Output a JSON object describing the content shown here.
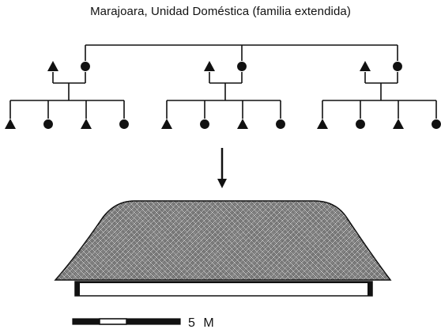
{
  "title": "Marajoara, Unidad Doméstica (familia extendida)",
  "scale_label": "5 M",
  "colors": {
    "ink": "#111111",
    "background": "#ffffff"
  },
  "symbols": {
    "male": "triangle",
    "female": "circle"
  },
  "families": [
    {
      "parents": [
        "male",
        "female"
      ],
      "children": [
        "male",
        "female",
        "male",
        "female"
      ]
    },
    {
      "parents": [
        "male",
        "female"
      ],
      "children": [
        "male",
        "female",
        "male",
        "female"
      ]
    },
    {
      "parents": [
        "male",
        "female"
      ],
      "children": [
        "male",
        "female",
        "male",
        "female"
      ]
    }
  ]
}
